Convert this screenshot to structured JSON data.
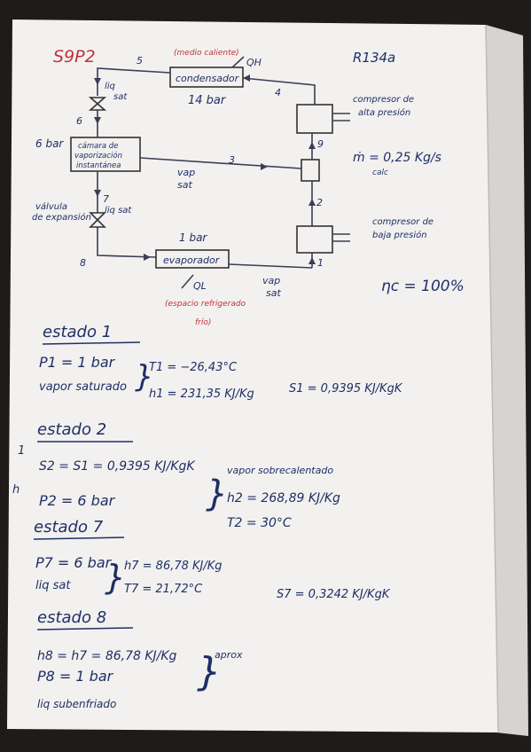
{
  "top": {
    "problem_id": "S9P2",
    "refrigerant": "R134a",
    "mass_flow": "ṁ = 0,25 Kg/s",
    "mass_flow_sub": "calc",
    "efficiency": "ηc = 100%"
  },
  "diagram": {
    "medio_caliente": "(medio caliente)",
    "qh": "QH",
    "condenser": "condensador",
    "condenser_p": "14 bar",
    "comp_high": [
      "compresor de",
      "alta presión"
    ],
    "comp_low": [
      "compresor de",
      "baja presión"
    ],
    "chamber": [
      "cámara de",
      "vaporización",
      "instantánea"
    ],
    "chamber_p": "6 bar",
    "valve": [
      "válvula",
      "de expansión"
    ],
    "evaporator": "evaporador",
    "evaporator_p": "1 bar",
    "ql": "QL",
    "space": [
      "(espacio refrigerado",
      "frío)"
    ],
    "liq_sat_a": [
      "liq",
      "sat"
    ],
    "liq_sat_b": "liq sat",
    "vap_sat_3": [
      "vap",
      "sat"
    ],
    "vap_sat_1": [
      "vap",
      "sat"
    ],
    "states": [
      "1",
      "2",
      "3",
      "4",
      "5",
      "6",
      "7",
      "8",
      "9"
    ]
  },
  "state1": {
    "heading": "estado 1",
    "p": "P1 = 1 bar",
    "cond": "vapor saturado",
    "t": "T1 = −26,43°C",
    "h": "h1 = 231,35 KJ/Kg",
    "s": "S1 = 0,9395 KJ/KgK"
  },
  "state2": {
    "heading": "estado 2",
    "s": "S2 = S1 = 0,9395 KJ/KgK",
    "p": "P2 = 6 bar",
    "cond": "vapor sobrecalentado",
    "h": "h2 = 268,89 KJ/Kg",
    "t": "T2 = 30°C"
  },
  "state7": {
    "heading": "estado 7",
    "p": "P7 = 6 bar",
    "cond": "liq sat",
    "h": "h7 = 86,78 KJ/Kg",
    "t": "T7 = 21,72°C",
    "s": "S7 = 0,3242 KJ/KgK"
  },
  "state8": {
    "heading": "estado 8",
    "h": "h8 = h7 = 86,78 KJ/Kg",
    "p": "P8 = 1 bar",
    "cond": "liq subenfriado",
    "note": "aprox"
  },
  "margin": {
    "mark_a": "1",
    "mark_b": "h"
  }
}
